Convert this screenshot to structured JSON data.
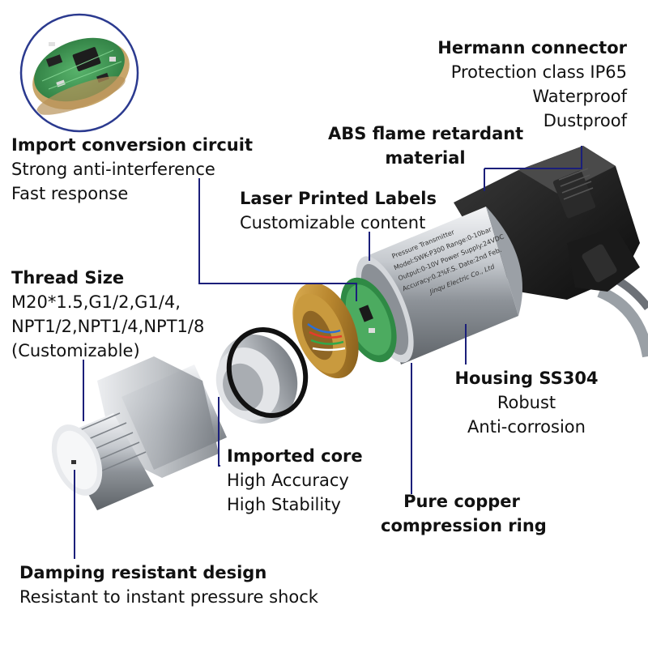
{
  "callouts": {
    "hermann": {
      "title": "Hermann connector",
      "lines": [
        "Protection class IP65",
        "Waterproof",
        "Dustproof"
      ]
    },
    "abs": {
      "title_lines": [
        "ABS flame retardant",
        "material"
      ]
    },
    "import_circuit": {
      "title": "Import conversion circuit",
      "lines": [
        "Strong anti-interference",
        "Fast response"
      ]
    },
    "laser": {
      "title": "Laser Printed Labels",
      "lines": [
        "Customizable content"
      ]
    },
    "thread": {
      "title": "Thread Size",
      "lines": [
        "M20*1.5,G1/2,G1/4,",
        "NPT1/2,NPT1/4,NPT1/8",
        "(Customizable)"
      ]
    },
    "housing": {
      "title": "Housing SS304",
      "lines": [
        "Robust",
        "Anti-corrosion"
      ]
    },
    "core": {
      "title": "Imported core",
      "lines": [
        "High Accuracy",
        "High Stability"
      ]
    },
    "copper": {
      "title_lines": [
        "Pure copper",
        "compression ring"
      ]
    },
    "damping": {
      "title": "Damping resistant design",
      "lines": [
        "Resistant to instant pressure shock"
      ]
    }
  },
  "product_label": {
    "lines": [
      "Pressure Transmitter",
      "Model:SWK-P300  Range:0-10bar",
      "Output:0-10V  Power Supply:24VDC",
      "Accuracy:0.2%F.S.  Date:2nd Feb.",
      "Jinqu Electric Co., Ltd"
    ]
  },
  "colors": {
    "leader_line": "#1b1f7a",
    "text": "#111111",
    "circuit_green": "#3a9a52",
    "copper": "#b8862e",
    "steel": "#c9cdd2"
  }
}
